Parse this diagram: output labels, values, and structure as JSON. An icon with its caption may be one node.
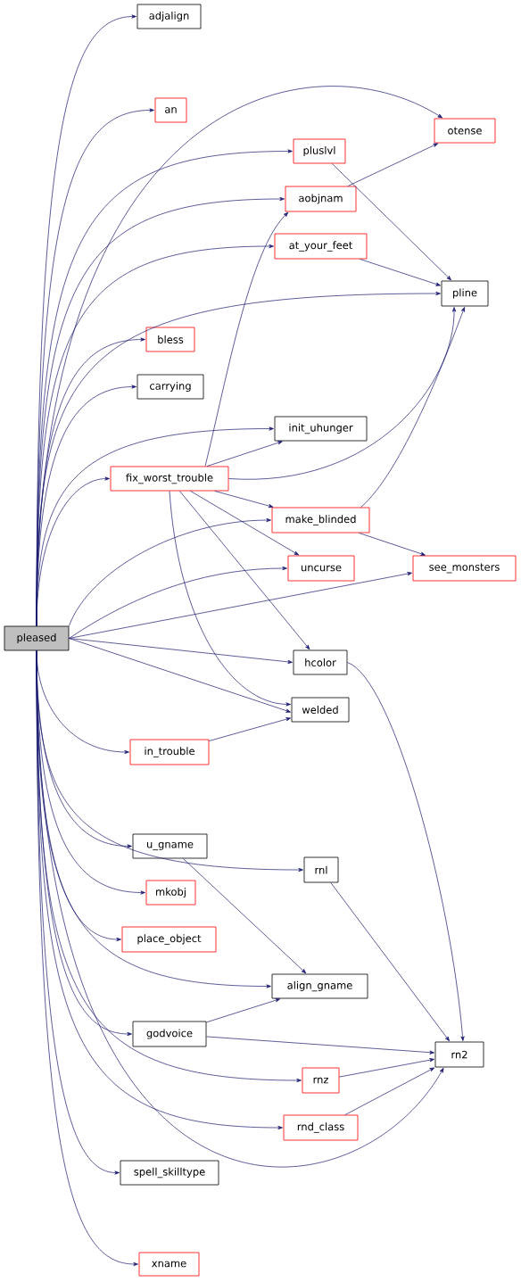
{
  "diagram": {
    "nodes": [
      {
        "text": [
          "pleased"
        ]
      },
      {
        "text": [
          "adjalign"
        ]
      },
      {
        "text": [
          "an"
        ]
      },
      {
        "text": [
          "otense"
        ]
      },
      {
        "text": [
          "pluslvl"
        ]
      },
      {
        "text": [
          "aobjnam"
        ]
      },
      {
        "text": [
          "at_your_feet"
        ]
      },
      {
        "text": [
          "pline"
        ]
      },
      {
        "text": [
          "bless"
        ]
      },
      {
        "text": [
          "carrying"
        ]
      },
      {
        "text": [
          "init_uhunger"
        ]
      },
      {
        "text": [
          "fix_worst_trouble"
        ]
      },
      {
        "text": [
          "make_blinded"
        ]
      },
      {
        "text": [
          "see_monsters"
        ]
      },
      {
        "text": [
          "uncurse"
        ]
      },
      {
        "text": [
          "hcolor"
        ]
      },
      {
        "text": [
          "welded"
        ]
      },
      {
        "text": [
          "in_trouble"
        ]
      },
      {
        "text": [
          "u_gname"
        ]
      },
      {
        "text": [
          "rnl"
        ]
      },
      {
        "text": [
          "mkobj"
        ]
      },
      {
        "text": [
          "place_object"
        ]
      },
      {
        "text": [
          "align_gname"
        ]
      },
      {
        "text": [
          "godvoice"
        ]
      },
      {
        "text": [
          "rn2"
        ]
      },
      {
        "text": [
          "rnz"
        ]
      },
      {
        "text": [
          "rnd_class"
        ]
      },
      {
        "text": [
          "spell_skilltype"
        ]
      },
      {
        "text": [
          "xname"
        ]
      }
    ],
    "edges": [
      {
        "from": 0,
        "to": 1,
        "arrow": "to"
      },
      {
        "from": 0,
        "to": 2,
        "arrow": "to"
      },
      {
        "from": 0,
        "to": 3,
        "arrow": "to"
      },
      {
        "from": 0,
        "to": 4,
        "arrow": "to"
      },
      {
        "from": 0,
        "to": 5,
        "arrow": "to"
      },
      {
        "from": 0,
        "to": 6,
        "arrow": "to"
      },
      {
        "from": 0,
        "to": 7,
        "arrow": "to"
      },
      {
        "from": 0,
        "to": 8,
        "arrow": "to"
      },
      {
        "from": 0,
        "to": 9,
        "arrow": "to"
      },
      {
        "from": 0,
        "to": 10,
        "arrow": "to"
      },
      {
        "from": 0,
        "to": 11,
        "arrow": "to"
      },
      {
        "from": 0,
        "to": 12,
        "arrow": "to"
      },
      {
        "from": 0,
        "to": 14,
        "arrow": "to"
      },
      {
        "from": 0,
        "to": 13,
        "arrow": "to"
      },
      {
        "from": 0,
        "to": 15,
        "arrow": "to"
      },
      {
        "from": 0,
        "to": 16,
        "arrow": "to"
      },
      {
        "from": 0,
        "to": 17,
        "arrow": "to"
      },
      {
        "from": 0,
        "to": 18,
        "arrow": "to"
      },
      {
        "from": 0,
        "to": 19,
        "arrow": "to"
      },
      {
        "from": 0,
        "to": 20,
        "arrow": "to"
      },
      {
        "from": 0,
        "to": 21,
        "arrow": "to"
      },
      {
        "from": 0,
        "to": 22,
        "arrow": "to"
      },
      {
        "from": 0,
        "to": 23,
        "arrow": "to"
      },
      {
        "from": 0,
        "to": 25,
        "arrow": "to"
      },
      {
        "from": 0,
        "to": 26,
        "arrow": "to"
      },
      {
        "from": 0,
        "to": 27,
        "arrow": "to"
      },
      {
        "from": 0,
        "to": 24,
        "arrow": "to"
      },
      {
        "from": 0,
        "to": 28,
        "arrow": "to"
      },
      {
        "from": 4,
        "to": 7,
        "arrow": "to"
      },
      {
        "from": 5,
        "to": 3,
        "arrow": "to"
      },
      {
        "from": 6,
        "to": 7,
        "arrow": "to"
      },
      {
        "from": 11,
        "to": 5,
        "arrow": "to"
      },
      {
        "from": 11,
        "to": 10,
        "arrow": "to"
      },
      {
        "from": 11,
        "to": 7,
        "arrow": "to"
      },
      {
        "from": 11,
        "to": 12,
        "arrow": "to"
      },
      {
        "from": 11,
        "to": 14,
        "arrow": "to"
      },
      {
        "from": 11,
        "to": 15,
        "arrow": "to"
      },
      {
        "from": 11,
        "to": 16,
        "arrow": "to"
      },
      {
        "from": 12,
        "to": 7,
        "arrow": "to"
      },
      {
        "from": 12,
        "to": 13,
        "arrow": "to"
      },
      {
        "from": 15,
        "to": 24,
        "arrow": "to"
      },
      {
        "from": 17,
        "to": 16,
        "arrow": "to"
      },
      {
        "from": 18,
        "to": 22,
        "arrow": "to"
      },
      {
        "from": 19,
        "to": 24,
        "arrow": "to"
      },
      {
        "from": 23,
        "to": 22,
        "arrow": "to"
      },
      {
        "from": 23,
        "to": 24,
        "arrow": "to"
      },
      {
        "from": 25,
        "to": 24,
        "arrow": "to"
      },
      {
        "from": 26,
        "to": 24,
        "arrow": "to"
      }
    ]
  }
}
